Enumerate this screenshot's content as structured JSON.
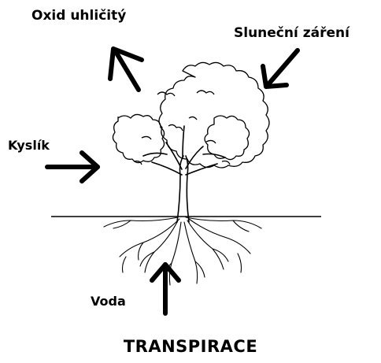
{
  "diagram": {
    "title": "TRANSPIRACE",
    "labels": {
      "co2": "Oxid uhličitý",
      "sunlight": "Sluneční záření",
      "oxygen": "Kyslík",
      "water": "Voda"
    },
    "colors": {
      "ink": "#000000",
      "background": "#ffffff"
    }
  }
}
